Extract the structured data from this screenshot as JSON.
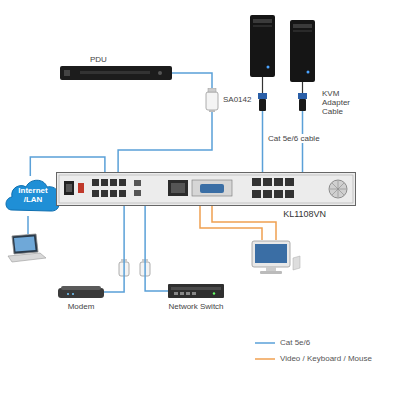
{
  "diagram": {
    "nodes": [
      {
        "text": [
          "PDU"
        ]
      },
      {
        "text": [
          "SA0142"
        ]
      },
      {
        "text": [
          "Internet /LAN"
        ]
      },
      {
        "text": [
          "KVM Adapter Cable"
        ]
      },
      {
        "text": [
          "KL1108VN"
        ]
      },
      {
        "text": [
          "Modem"
        ]
      },
      {
        "text": [
          "Network Switch"
        ]
      }
    ],
    "edges": [
      {
        "from": 0,
        "to": 1,
        "arrow": "none"
      },
      {
        "from": 1,
        "to": 4,
        "arrow": "none"
      },
      {
        "from": 2,
        "to": 4,
        "arrow": "none"
      },
      {
        "from": 3,
        "to": 4,
        "label": "Cat 5e/6 cable",
        "arrow": "none"
      },
      {
        "from": 5,
        "to": 4,
        "arrow": "none"
      },
      {
        "from": 6,
        "to": 4,
        "arrow": "none"
      }
    ],
    "legend": [
      {
        "text": "Cat 5e/6"
      },
      {
        "text": "Video / Keyboard / Mouse"
      }
    ]
  }
}
